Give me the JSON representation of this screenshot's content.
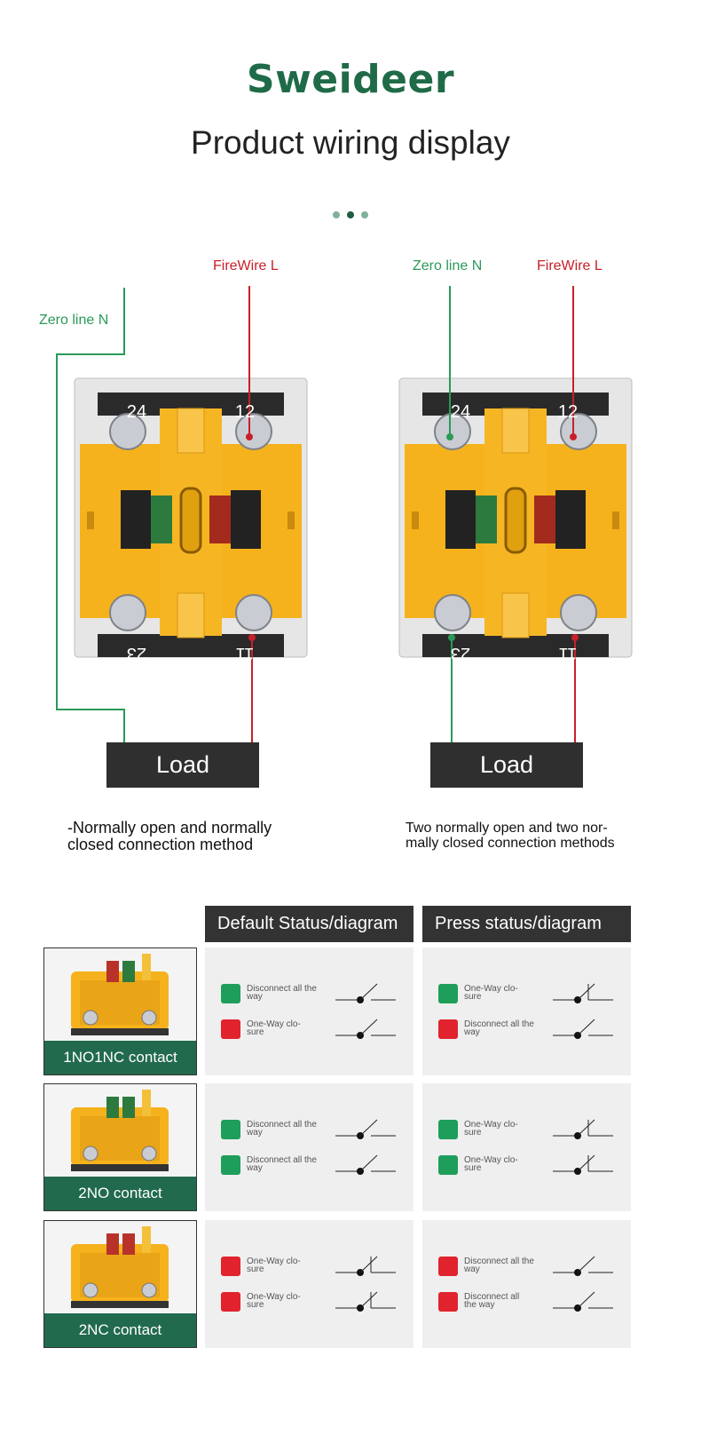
{
  "brand": "Sweideer",
  "title": "Product wiring display",
  "left_diagram": {
    "fire_label": "FireWire L",
    "zero_label": "Zero line N",
    "load_label": "Load",
    "terminals": [
      "24",
      "12",
      "23",
      "11"
    ],
    "desc_line1": "-Normally open and normally",
    "desc_line2": "closed connection method"
  },
  "right_diagram": {
    "fire_label": "FireWire L",
    "zero_label": "Zero line N",
    "load_label": "Load",
    "terminals": [
      "24",
      "12",
      "23",
      "11"
    ],
    "desc_line1": "Two normally open and two nor-",
    "desc_line2": "mally closed connection methods"
  },
  "table": {
    "col_default": "Default Status/diagram",
    "col_press": "Press status/diagram",
    "rows": [
      {
        "label": "1NO1NC contact",
        "default": [
          {
            "color": "green",
            "l1": "Disconnect all the",
            "l2": "way",
            "symbol": "open"
          },
          {
            "color": "red",
            "l1": "One-Way clo-",
            "l2": "sure",
            "symbol": "open"
          }
        ],
        "press": [
          {
            "color": "green",
            "l1": "One-Way clo-",
            "l2": "sure",
            "symbol": "closed"
          },
          {
            "color": "red",
            "l1": "Disconnect all the",
            "l2": "way",
            "symbol": "open"
          }
        ]
      },
      {
        "label": "2NO contact",
        "default": [
          {
            "color": "green",
            "l1": "Disconnect all the",
            "l2": "way",
            "symbol": "open"
          },
          {
            "color": "green",
            "l1": "Disconnect all the",
            "l2": "way",
            "symbol": "open"
          }
        ],
        "press": [
          {
            "color": "green",
            "l1": "One-Way clo-",
            "l2": "sure",
            "symbol": "closed"
          },
          {
            "color": "green",
            "l1": "One-Way clo-",
            "l2": "sure",
            "symbol": "closed"
          }
        ]
      },
      {
        "label": "2NC contact",
        "default": [
          {
            "color": "red",
            "l1": "One-Way clo-",
            "l2": "sure",
            "symbol": "closed"
          },
          {
            "color": "red",
            "l1": "One-Way clo-",
            "l2": "sure",
            "symbol": "closed"
          }
        ],
        "press": [
          {
            "color": "red",
            "l1": "Disconnect all the",
            "l2": "way",
            "symbol": "open"
          },
          {
            "color": "red",
            "l1": "Disconnect all",
            "l2": "the way",
            "symbol": "open"
          }
        ]
      }
    ]
  },
  "colors": {
    "brand": "#1f6b48",
    "fire": "#c8202a",
    "zero": "#2a9a57",
    "block": "#f5b21c"
  }
}
